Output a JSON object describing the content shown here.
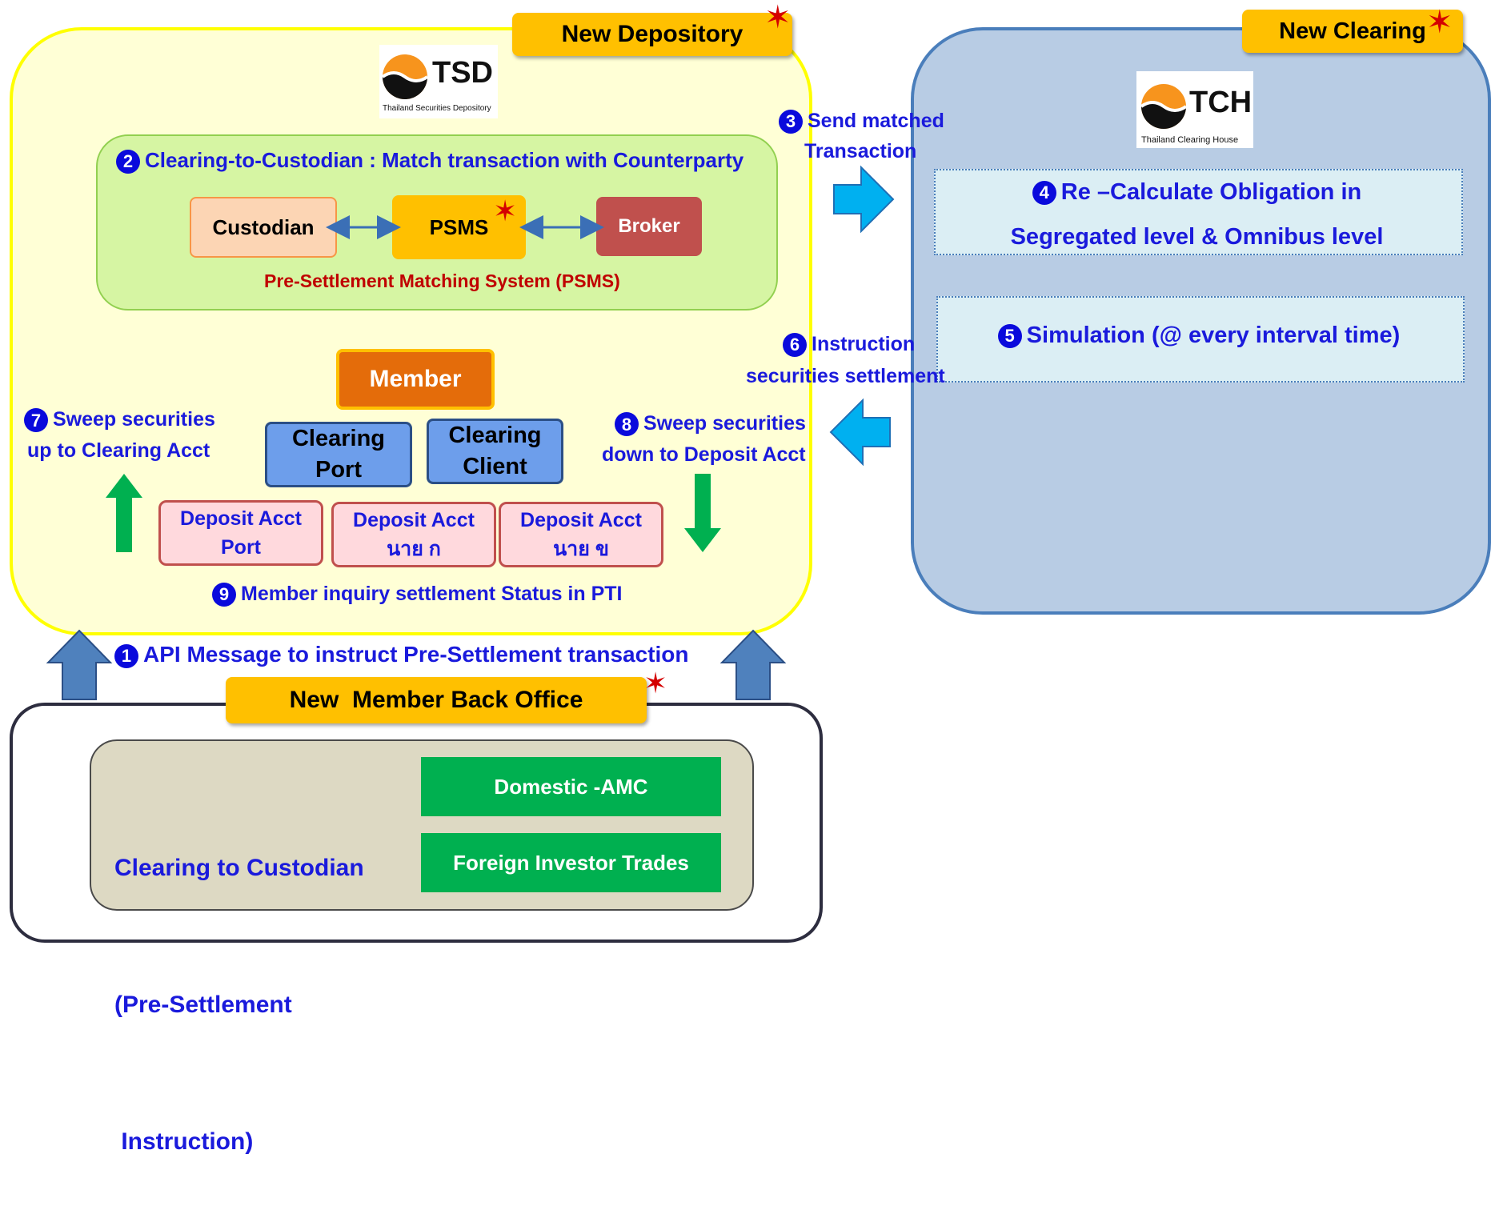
{
  "depository": {
    "tag": "New Depository",
    "logo_text": "TSD",
    "logo_sub": "Thailand Securities Depository",
    "step2": {
      "num": "2",
      "text": "Clearing-to-Custodian : Match transaction with Counterparty"
    },
    "psms": {
      "custodian": "Custodian",
      "psms": "PSMS",
      "broker": "Broker",
      "caption": "Pre-Settlement Matching System (PSMS)"
    },
    "member": "Member",
    "clearing_port": [
      "Clearing",
      "Port"
    ],
    "clearing_client": [
      "Clearing",
      "Client"
    ],
    "step7": {
      "num": "7",
      "line1": "Sweep securities",
      "line2": "up to Clearing Acct"
    },
    "step8": {
      "num": "8",
      "line1": "Sweep securities",
      "line2": "down to Deposit Acct"
    },
    "deposit_accts": [
      {
        "line1": "Deposit Acct",
        "line2": "Port"
      },
      {
        "line1": "Deposit Acct",
        "line2": "นาย ก"
      },
      {
        "line1": "Deposit Acct",
        "line2": "นาย ข"
      }
    ],
    "step9": {
      "num": "9",
      "text": "Member inquiry settlement Status in PTI"
    }
  },
  "clearing": {
    "tag": "New Clearing",
    "logo_text": "TCH",
    "logo_sub": "Thailand Clearing House",
    "step4": {
      "num": "4",
      "line1": "Re –Calculate Obligation in",
      "line2": "Segregated level & Omnibus level"
    },
    "step5": {
      "num": "5",
      "text": "Simulation (@ every interval time)"
    }
  },
  "flows": {
    "step3": {
      "num": "3",
      "line1": "Send matched",
      "line2": "Transaction"
    },
    "step6": {
      "num": "6",
      "line1": "Instruction",
      "line2": "securities settlement"
    },
    "step1": {
      "num": "1",
      "text": "API Message to instruct Pre-Settlement transaction"
    }
  },
  "back_office": {
    "tag": "New  Member Back Office",
    "title_lines": [
      "Clearing to Custodian",
      "(Pre-Settlement",
      " Instruction)"
    ],
    "buttons": [
      "Domestic -AMC",
      "Foreign Investor Trades"
    ]
  },
  "colors": {
    "depository_bg": "#ffffd6",
    "depository_border": "#ffff00",
    "clearing_bg": "#b8cce4",
    "clearing_border": "#4a7ebb",
    "tag": "#ffc000",
    "step_text": "#1a1adc",
    "psms_caption": "#c00000"
  }
}
